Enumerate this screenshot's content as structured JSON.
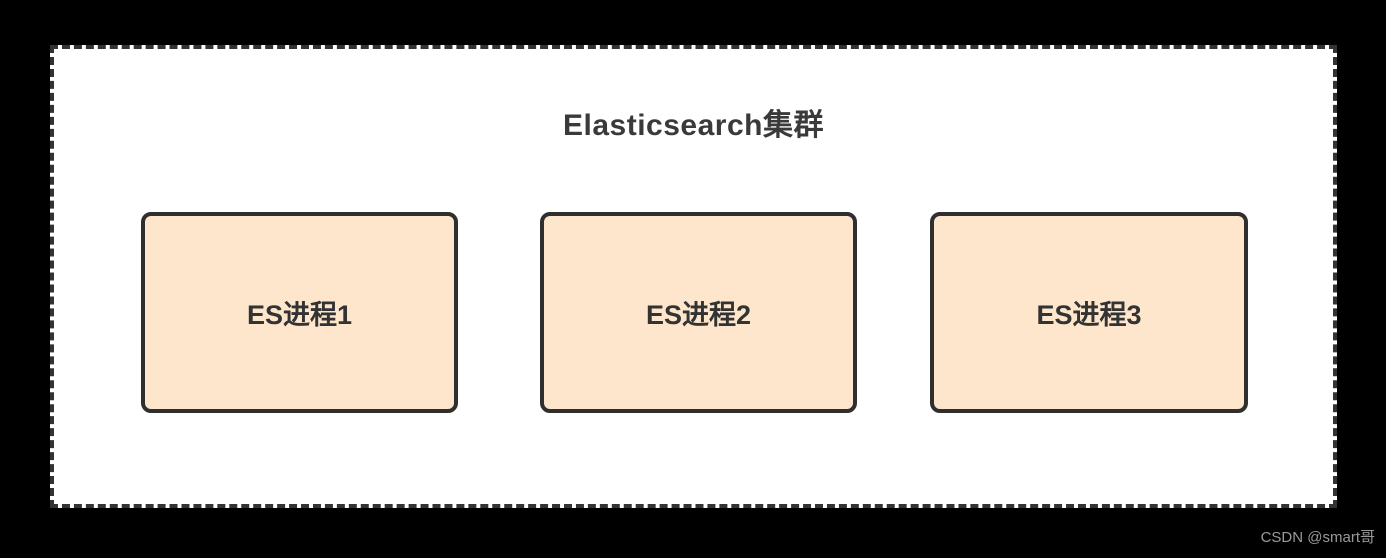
{
  "diagram": {
    "title": "Elasticsearch集群",
    "nodes": [
      {
        "label": "ES进程1"
      },
      {
        "label": "ES进程2"
      },
      {
        "label": "ES进程3"
      }
    ],
    "colors": {
      "page_bg": "#000000",
      "canvas_bg": "#ffffff",
      "canvas_border": "#333333",
      "node_fill": "#fde6cc",
      "node_border": "#2f2f2f",
      "node_text": "#333333",
      "title_color": "#3a3a3a",
      "watermark_color": "#9a9a9a"
    }
  },
  "watermark": {
    "text": "CSDN @smart哥"
  }
}
